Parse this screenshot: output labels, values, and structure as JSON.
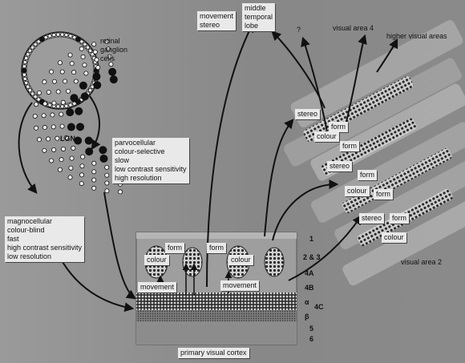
{
  "retina": {
    "label_lines": [
      "retinal",
      "ganglion",
      "cells"
    ]
  },
  "lgn": {
    "title": "LGN"
  },
  "parvo": {
    "lines": [
      "parvocellular",
      "colour-selective",
      "slow",
      "low contrast sensitivity",
      "high resolution"
    ]
  },
  "magno": {
    "lines": [
      "magnocellular",
      "colour-blind",
      "fast",
      "high contrast sensitivity",
      "low resolution"
    ]
  },
  "mt": {
    "lines": [
      "middle",
      "temporal",
      "lobe"
    ]
  },
  "mt_input": {
    "lines": [
      "movement",
      "stereo"
    ]
  },
  "question": "?",
  "va4": "visual area 4",
  "higher": "higher visual areas",
  "va2": "visual area 2",
  "v2_labels": [
    "stereo",
    "form",
    "colour",
    "form",
    "stereo",
    "form",
    "colour",
    "form",
    "stereo",
    "form",
    "colour"
  ],
  "v1": {
    "caption": "primary visual cortex",
    "labels": [
      "form",
      "colour",
      "form",
      "colour",
      "movement",
      "movement"
    ],
    "layers": [
      "1",
      "2 & 3",
      "4A",
      "4B",
      "α",
      "4C",
      "β",
      "5",
      "6"
    ]
  }
}
